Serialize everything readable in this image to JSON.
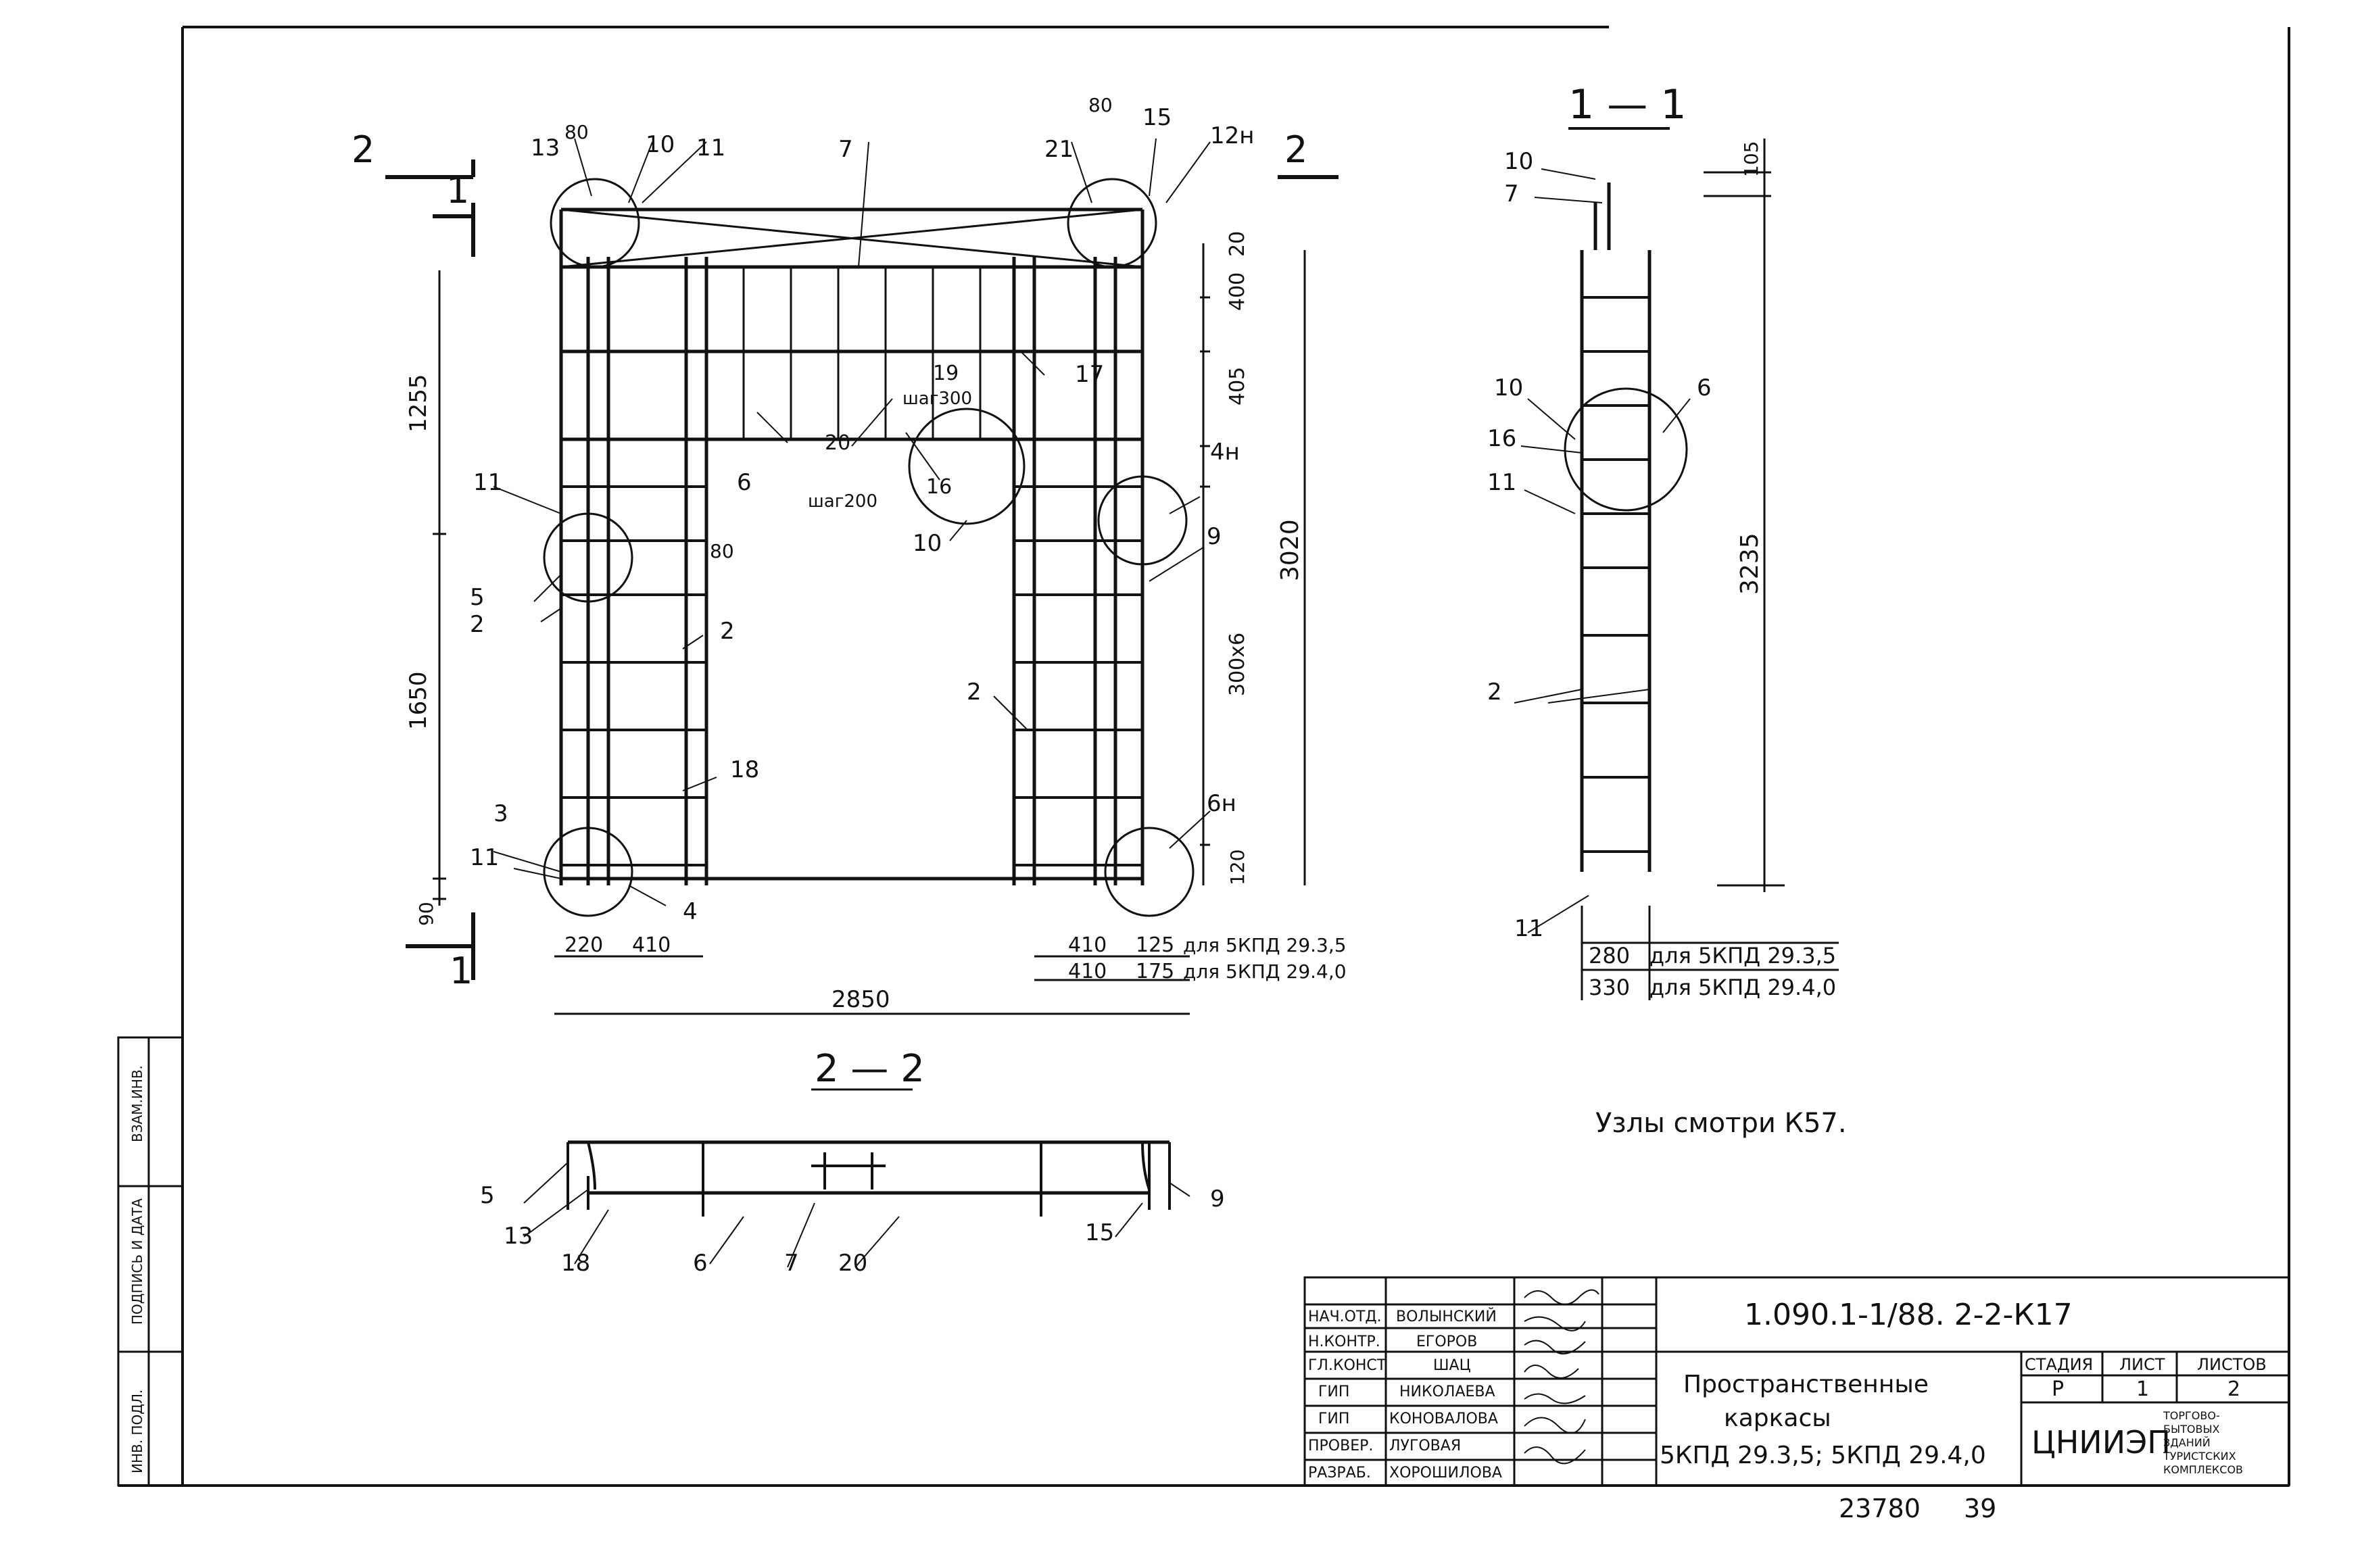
{
  "section_1_1": "1 — 1",
  "section_2_2": "2 — 2",
  "cut_marks": {
    "one": "1",
    "two": "2"
  },
  "plan": {
    "dims_left": [
      "1255",
      "1650",
      "90"
    ],
    "dims_right": [
      "20",
      "400",
      "405",
      "300x6",
      "120",
      "3020"
    ],
    "dims_top": [
      "80",
      "80"
    ],
    "dim_inner": "80",
    "dims_bottom_left": [
      "220",
      "410"
    ],
    "dims_bottom_right_1": [
      "410",
      "125"
    ],
    "dims_bottom_right_2": [
      "410",
      "175"
    ],
    "for_3_5": "для 5КПД 29.3,5",
    "for_4_0": "для 5КПД 29.4,0",
    "overall": "2850",
    "step_300": "шаг300",
    "step_200": "шаг200",
    "marks": {
      "m13": "13",
      "m10a": "10",
      "m11a": "11",
      "m7": "7",
      "m21": "21",
      "m15": "15",
      "m12h": "12н",
      "m11b": "11",
      "m5": "5",
      "m2a": "2",
      "m11c": "11",
      "m3": "3",
      "m4": "4",
      "m6a": "6",
      "m20": "20",
      "m19": "19",
      "m16": "16",
      "m10b": "10",
      "m17": "17",
      "m4h": "4н",
      "m9": "9",
      "m2b": "2",
      "m2c": "2",
      "m18": "18",
      "m6h": "6н"
    }
  },
  "section11": {
    "marks": {
      "m10": "10",
      "m7": "7",
      "m10b": "10",
      "m16": "16",
      "m11": "11",
      "m6": "6",
      "m2": "2",
      "m11b": "11"
    },
    "dims": {
      "top": "105",
      "total": "3235",
      "w1": "280",
      "w2": "330"
    },
    "for_3_5": "для 5КПД 29.3,5",
    "for_4_0": "для 5КПД 29.4,0"
  },
  "section22": {
    "marks": {
      "m5": "5",
      "m13": "13",
      "m18": "18",
      "m6": "6",
      "m7": "7",
      "m20": "20",
      "m15": "15",
      "m9": "9"
    }
  },
  "note": "Узлы смотри К57.",
  "side_stamp": {
    "cells": [
      "ВЗАМ.ИНВ.",
      "ПОДПИСЬ И ДАТА",
      "ИНВ. ПОДЛ."
    ]
  },
  "title_block": {
    "roles": [
      "НАЧ.ОТД.",
      "Н.КОНТР.",
      "ГЛ.КОНСТ",
      "ГИП",
      "ГИП",
      "ПРОВЕР.",
      "РАЗРАБ."
    ],
    "names": [
      "ВОЛЫНСКИЙ",
      "ЕГОРОВ",
      "ШАЦ",
      "НИКОЛАЕВА",
      "КОНОВАЛОВА",
      "ЛУГОВАЯ",
      "ХОРОШИЛОВА"
    ],
    "code": "1.090.1-1/88. 2-2-К17",
    "title_line1": "Пространственные",
    "title_line2": "каркасы",
    "title_line3": "5КПД 29.3,5; 5КПД 29.4,0",
    "stage_label": "СТАДИЯ",
    "sheet_label": "ЛИСТ",
    "sheets_label": "ЛИСТОВ",
    "stage": "Р",
    "sheet": "1",
    "sheets": "2",
    "org": "ЦНИИЭП",
    "org_sub": [
      "ТОРГОВО-",
      "БЫТОВЫХ",
      "ЗДАНИЙ",
      "ТУРИСТСКИХ",
      "КОМПЛЕКСОВ"
    ]
  },
  "footer": {
    "inv": "23780",
    "page": "39"
  }
}
